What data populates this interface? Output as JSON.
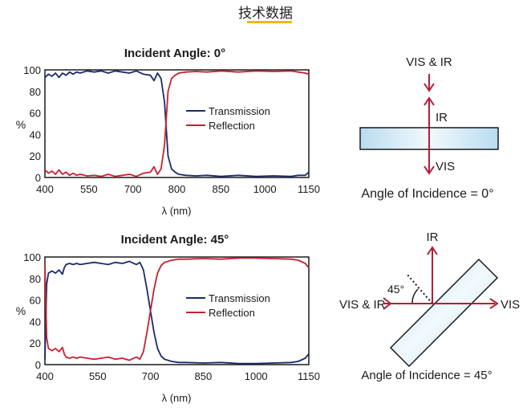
{
  "header": {
    "title": "技术数据"
  },
  "colors": {
    "transmission": "#1b2a6b",
    "reflection": "#c8202f",
    "accent": "#f2b800",
    "diagram_red": "#b51e34",
    "plate_fill": "#cfe6f4"
  },
  "chart_data": [
    {
      "type": "line",
      "title": "Incident Angle: 0°",
      "xlabel": "λ (nm)",
      "ylabel": "%",
      "xlim": [
        400,
        1150
      ],
      "ylim": [
        0,
        100
      ],
      "xticks": [
        400,
        550,
        700,
        850,
        1000,
        1150
      ],
      "xtick_labels": [
        "400",
        "550",
        "700",
        "800",
        "850",
        "1000",
        "1150"
      ],
      "yticks": [
        0,
        20,
        40,
        60,
        80,
        100
      ],
      "legend_position": "center-right",
      "series": [
        {
          "name": "Transmission",
          "x": [
            400,
            410,
            420,
            430,
            440,
            450,
            460,
            470,
            480,
            490,
            500,
            520,
            540,
            560,
            580,
            600,
            620,
            640,
            660,
            680,
            700,
            710,
            720,
            730,
            740,
            750,
            760,
            770,
            780,
            800,
            830,
            860,
            900,
            950,
            1000,
            1050,
            1100,
            1120,
            1140,
            1150
          ],
          "y": [
            93,
            96,
            94,
            97,
            93,
            97,
            95,
            98,
            96,
            98,
            97,
            99,
            98,
            99,
            97,
            99,
            98,
            97,
            99,
            96,
            95,
            90,
            97,
            92,
            70,
            20,
            8,
            5,
            3,
            2,
            1.5,
            2,
            1,
            2,
            1,
            1.5,
            1,
            2,
            2,
            5
          ]
        },
        {
          "name": "Reflection",
          "x": [
            400,
            410,
            420,
            430,
            440,
            450,
            460,
            470,
            480,
            490,
            500,
            520,
            540,
            560,
            580,
            600,
            620,
            640,
            660,
            680,
            700,
            710,
            720,
            730,
            740,
            750,
            760,
            770,
            780,
            800,
            830,
            860,
            900,
            950,
            1000,
            1050,
            1100,
            1120,
            1140,
            1150
          ],
          "y": [
            7,
            4,
            6,
            3,
            7,
            3,
            5,
            2,
            4,
            2,
            3,
            1.5,
            2,
            1,
            3,
            1,
            2,
            3,
            1,
            4,
            5,
            10,
            3,
            8,
            30,
            80,
            92,
            95,
            97,
            98,
            98.5,
            98,
            99,
            98,
            99,
            98.5,
            99,
            98,
            97,
            96
          ]
        }
      ]
    },
    {
      "type": "line",
      "title": "Incident Angle: 45°",
      "xlabel": "λ (nm)",
      "ylabel": "%",
      "xlim": [
        400,
        1150
      ],
      "ylim": [
        0,
        100
      ],
      "xticks": [
        400,
        550,
        700,
        850,
        1000,
        1150
      ],
      "yticks": [
        0,
        20,
        40,
        60,
        80,
        100
      ],
      "legend_position": "center-right",
      "series": [
        {
          "name": "Transmission",
          "x": [
            400,
            405,
            410,
            420,
            430,
            440,
            450,
            455,
            460,
            470,
            480,
            490,
            500,
            520,
            540,
            560,
            580,
            600,
            620,
            640,
            660,
            670,
            680,
            690,
            700,
            710,
            720,
            730,
            740,
            760,
            780,
            800,
            850,
            900,
            950,
            1000,
            1050,
            1100,
            1120,
            1140,
            1150
          ],
          "y": [
            5,
            75,
            85,
            87,
            85,
            88,
            84,
            90,
            93,
            94,
            93,
            94,
            93,
            94,
            95,
            94,
            93,
            95,
            94,
            96,
            93,
            95,
            88,
            70,
            50,
            30,
            15,
            8,
            5,
            3,
            2,
            2,
            1.5,
            2,
            1,
            1,
            1.5,
            2,
            3,
            6,
            10
          ]
        },
        {
          "name": "Reflection",
          "x": [
            400,
            405,
            410,
            420,
            430,
            440,
            450,
            455,
            460,
            470,
            480,
            490,
            500,
            520,
            540,
            560,
            580,
            600,
            620,
            640,
            660,
            670,
            680,
            690,
            700,
            710,
            720,
            730,
            740,
            760,
            780,
            800,
            850,
            900,
            950,
            1000,
            1050,
            1100,
            1120,
            1140,
            1150
          ],
          "y": [
            95,
            25,
            15,
            13,
            15,
            12,
            16,
            10,
            7,
            6,
            7,
            6,
            7,
            6,
            5,
            6,
            7,
            5,
            6,
            4,
            7,
            5,
            12,
            30,
            50,
            70,
            85,
            92,
            95,
            97,
            98,
            98,
            98.5,
            98,
            99,
            99,
            98.5,
            98,
            97,
            94,
            90
          ]
        }
      ]
    }
  ],
  "diagram_top": {
    "in_label": "VIS & IR",
    "reflect_label": "IR",
    "transmit_label": "VIS",
    "caption": "Angle of Incidence = 0°"
  },
  "diagram_bottom": {
    "in_label": "VIS & IR",
    "reflect_label": "IR",
    "transmit_label": "VIS",
    "angle_label": "45°",
    "caption": "Angle of Incidence = 45°"
  }
}
